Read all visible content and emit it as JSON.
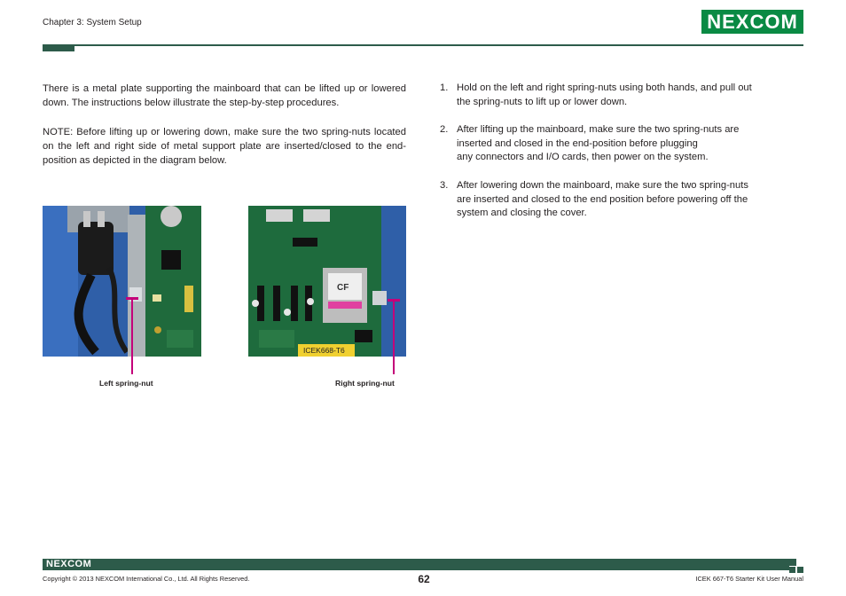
{
  "header": {
    "chapter": "Chapter 3: System Setup",
    "logo": "NEXCOM"
  },
  "body": {
    "intro": "There is a metal plate supporting the mainboard that can be lifted up or lowered down. The instructions below illustrate the step-by-step procedures.",
    "note": "NOTE: Before lifting up or lowering down, make sure the two spring-nuts located on the left and right side of metal support plate are inserted/closed to the end-position as depicted in the diagram below.",
    "steps": [
      {
        "num": "1.",
        "lines": [
          "Hold on the left and right spring-nuts using both hands, and pull out",
          "the spring-nuts to lift up or lower down."
        ]
      },
      {
        "num": "2.",
        "lines": [
          "After lifting up the mainboard, make sure the two spring-nuts are",
          "inserted and closed in the end-position before plugging",
          "any connectors and I/O cards, then power on the system."
        ]
      },
      {
        "num": "3.",
        "lines": [
          "After lowering down the mainboard, make sure the two spring-nuts",
          "are inserted and closed to the end position before powering off the",
          "system and closing the cover."
        ]
      }
    ]
  },
  "figures": {
    "left_caption": "Left spring-nut",
    "right_caption": "Right spring-nut",
    "board_label": "ICEK668-T6",
    "cf_label": "CF"
  },
  "footer": {
    "logo": "NEXCOM",
    "copyright": "Copyright © 2013 NEXCOM International Co., Ltd. All Rights Reserved.",
    "page_number": "62",
    "manual_title": "ICEK 667-T6 Starter Kit User Manual"
  },
  "colors": {
    "brand_green": "#0a8a44",
    "dark_green": "#2d5b4a",
    "pointer_magenta": "#c4007a"
  }
}
